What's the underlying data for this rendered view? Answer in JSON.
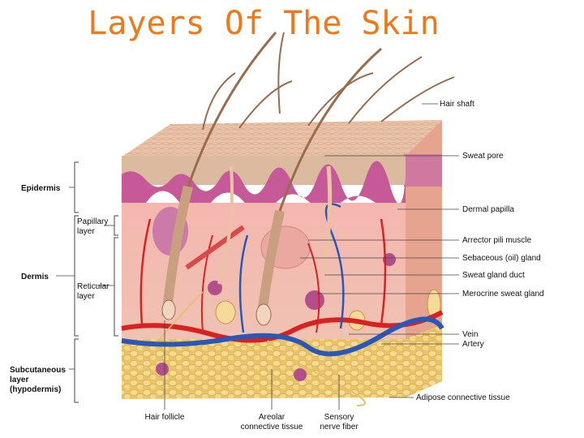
{
  "title": "Layers Of The Skin",
  "labels": {
    "epidermis": "Epidermis",
    "papillary": [
      "Papillary",
      "layer"
    ],
    "dermis": "Dermis",
    "reticular": [
      "Reticular",
      "layer"
    ],
    "subcutaneous": [
      "Subcutaneous",
      "layer",
      "(hypodermis)"
    ],
    "hair_shaft": "Hair shaft",
    "sweat_pore": "Sweat pore",
    "dermal_papilla": "Dermal papilla",
    "arrector": "Arrector pili muscle",
    "sebaceous": "Sebaceous (oil) gland",
    "sweat_duct": "Sweat gland duct",
    "merocrine": "Merocrine sweat gland",
    "vein": "Vein",
    "artery": "Artery",
    "adipose": "Adipose connective tissue",
    "hair_follicle": "Hair follicle",
    "areolar": [
      "Areolar",
      "connective tissue"
    ],
    "sensory": [
      "Sensory",
      "nerve fiber"
    ]
  },
  "colors": {
    "title": "#f07818",
    "epidermis_top": "#e9c2a6",
    "epidermis": "#c8659a",
    "dermis": "#f2b9ad",
    "subcutaneous": "#f3d58d",
    "artery": "#d82121",
    "vein": "#2a58b8",
    "hair": "#9b6b4d"
  }
}
